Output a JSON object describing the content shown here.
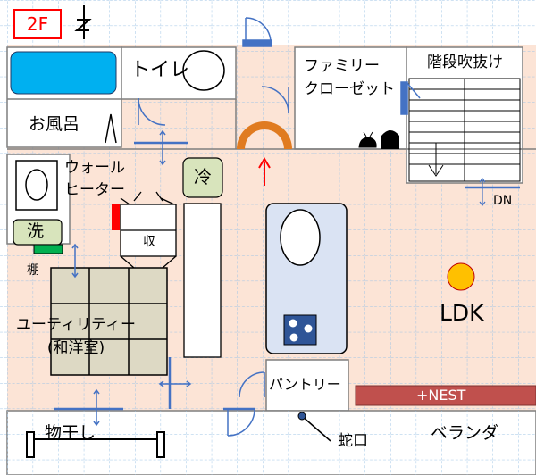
{
  "floor_label": "2F",
  "north_mark": "N",
  "rooms": {
    "toilet": "トイレ",
    "family_closet": "ファミリー\nクローゼット",
    "stair_void": "階段吹抜け",
    "bath": "お風呂",
    "wall_heater": "ウォール\nヒーター",
    "fridge": "冷",
    "washer": "洗",
    "storage": "収",
    "shelf": "棚",
    "utility": "ユーティリティー\n(和洋室)",
    "ldk": "LDK",
    "dn": "DN",
    "pantry": "パントリー",
    "nest": "+NEST",
    "drying": "物干し",
    "faucet": "蛇口",
    "veranda": "ベランダ"
  },
  "colors": {
    "floor": "#fce4d6",
    "grid": "#9dc3e6",
    "tub": "#00b0f0",
    "door": "#4472c4",
    "arch": "#e07b20",
    "arrow": "#ff0000",
    "heater": "#ff0000",
    "shelf_green": "#00b050",
    "tatami": "#ddd9c4",
    "washer_box": "#d8e4bc",
    "kitchen_counter": "#dae3f3",
    "stove": "#2f5597",
    "ldk_light": "#ffc000",
    "nest_bar": "#c0504d",
    "label_red": "#ff0000"
  }
}
